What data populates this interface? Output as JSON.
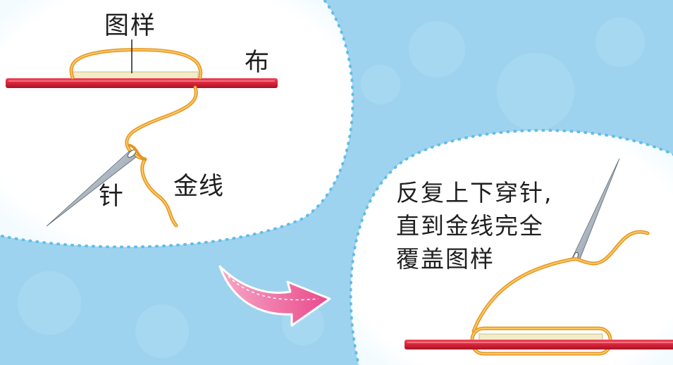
{
  "left_panel": {
    "pattern_label": "图样",
    "cloth_label": "布",
    "thread_label": "金线",
    "needle_label": "针"
  },
  "right_panel": {
    "instruction_lines": [
      "反复上下穿针,",
      "直到金线完全",
      "覆盖图样"
    ]
  },
  "colors": {
    "background": "#9ed3ef",
    "bubble": "#ffffff",
    "bubble_dots": "#62bde8",
    "cloth": "#d8243a",
    "gold_thread": "#f2a93b",
    "pattern_fill": "#f2ecc8",
    "needle": "#9aa6b2",
    "arrow": "#ea5c97"
  },
  "icons": {
    "needle": "sewing-needle-icon",
    "arrow": "curved-arrow-icon"
  }
}
